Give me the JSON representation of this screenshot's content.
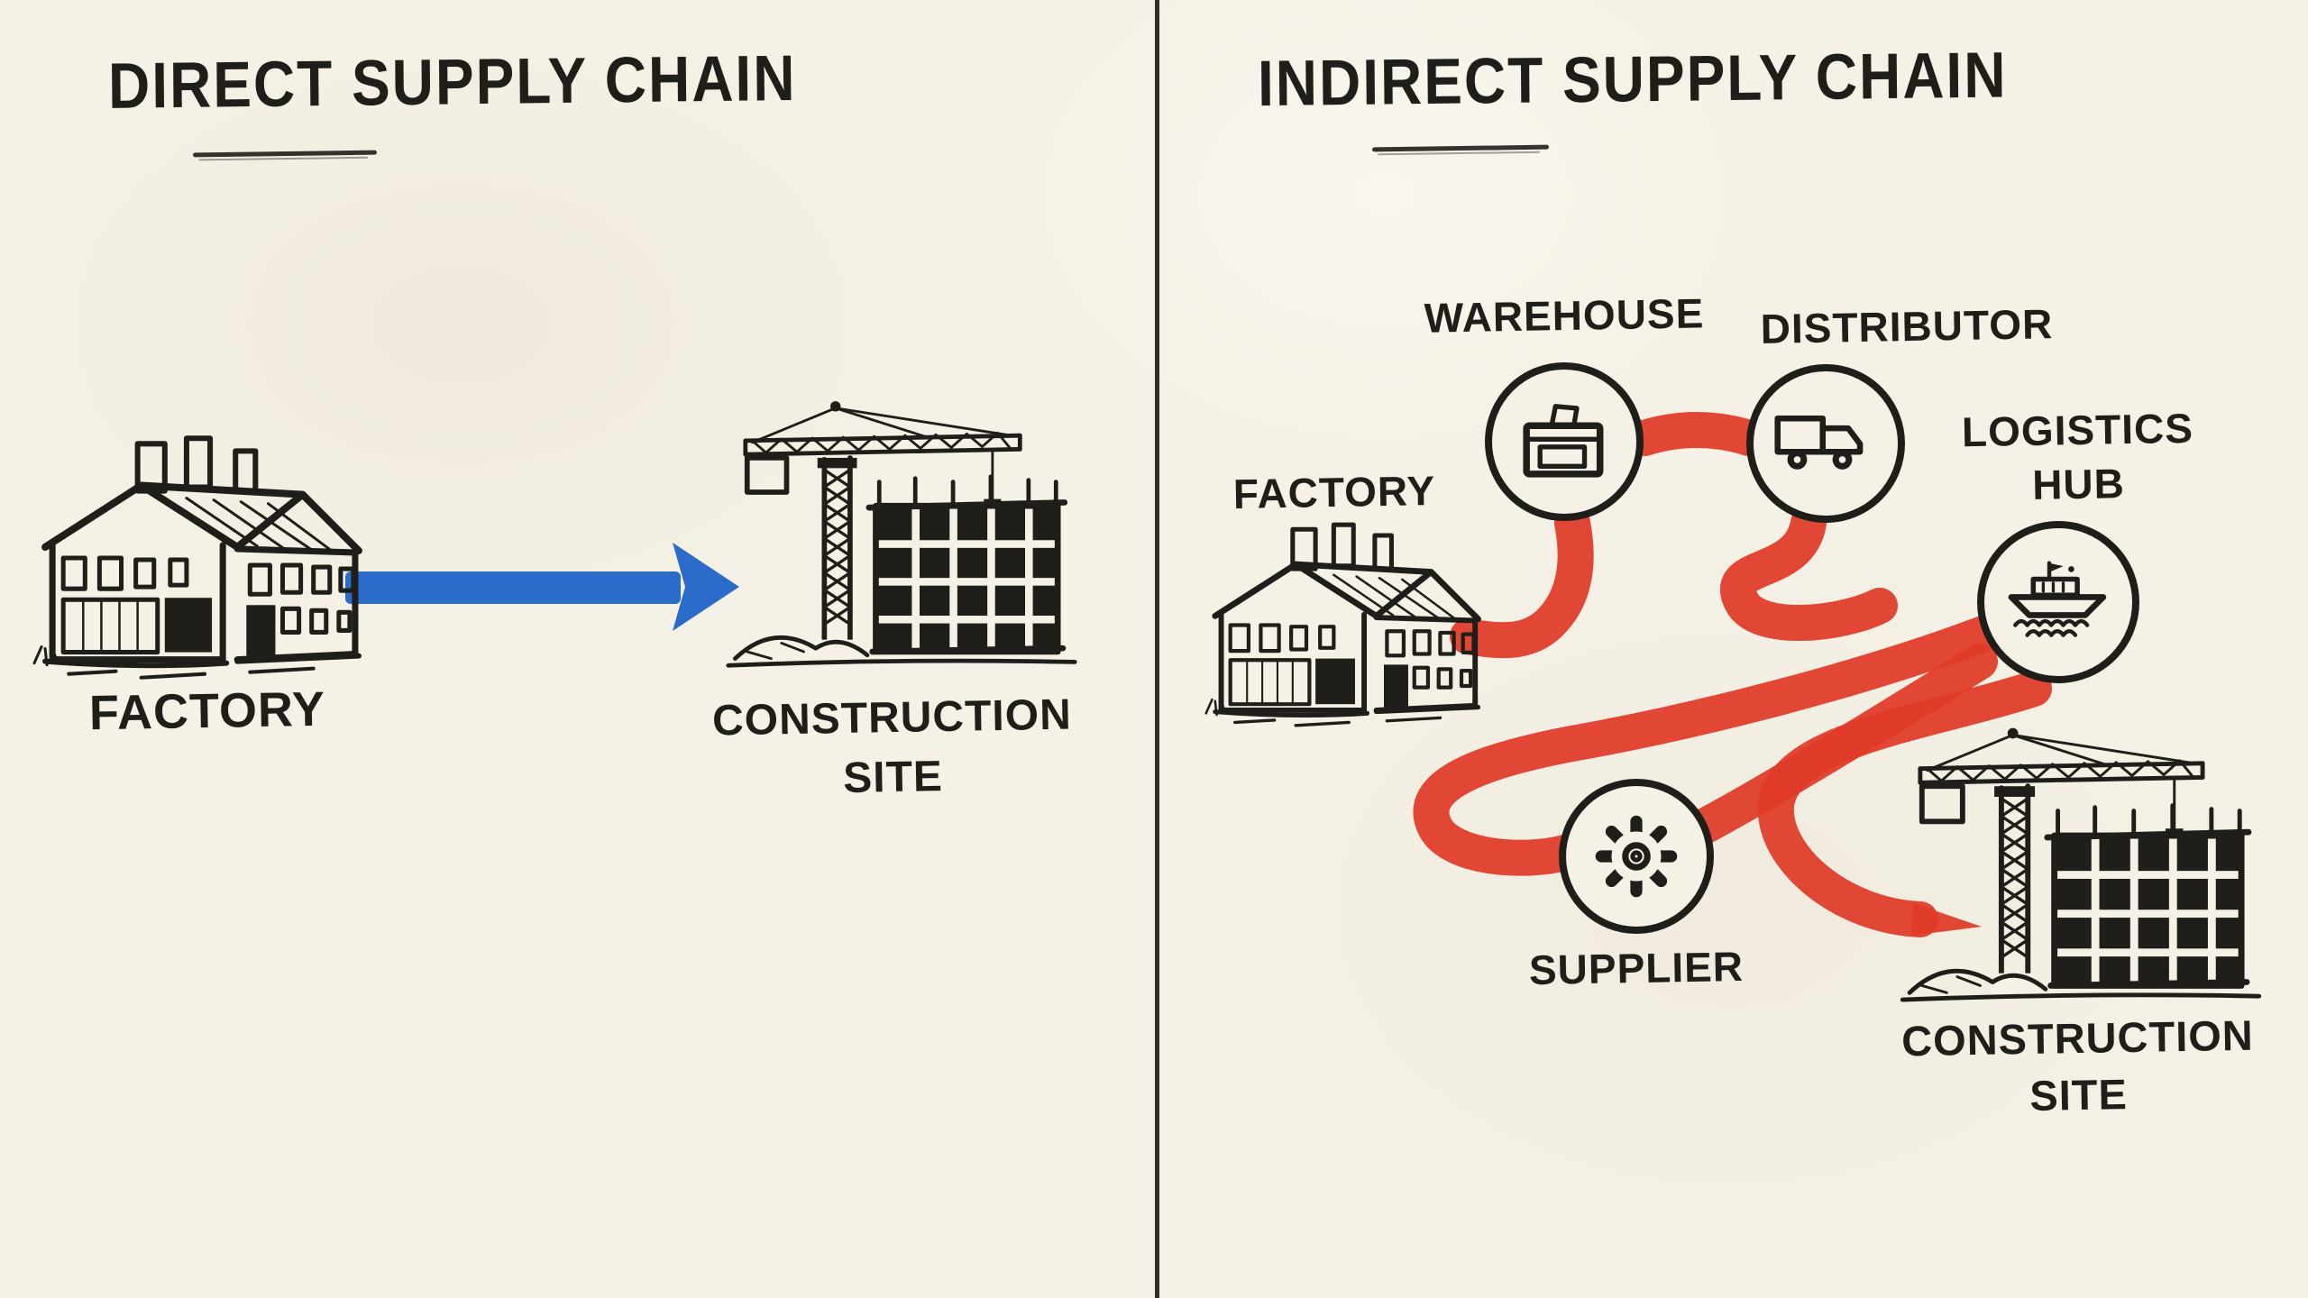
{
  "colors": {
    "paper": "#f5f1e6",
    "ink": "#201e1a",
    "blue": "#2b6bc9",
    "red": "#e03a28"
  },
  "left_panel": {
    "title": "DIRECT SUPPLY CHAIN",
    "factory_label": "FACTORY",
    "construction_site_label_line1": "CONSTRUCTION",
    "construction_site_label_line2": "SITE",
    "connections": [
      "FACTORY → CONSTRUCTION SITE (single blue arrow)"
    ]
  },
  "right_panel": {
    "title": "INDIRECT SUPPLY CHAIN",
    "factory_label": "FACTORY",
    "warehouse_label": "WAREHOUSE",
    "distributor_label": "DISTRIBUTOR",
    "logistics_hub_label_line1": "LOGISTICS",
    "logistics_hub_label_line2": "HUB",
    "supplier_label": "SUPPLIER",
    "construction_site_label_line1": "CONSTRUCTION",
    "construction_site_label_line2": "SITE",
    "connections": [
      "FACTORY – WAREHOUSE",
      "WAREHOUSE – DISTRIBUTOR",
      "DISTRIBUTOR – HUB JUNCTION",
      "LOGISTICS HUB – SUPPLIER",
      "SUPPLIER – HUB JUNCTION",
      "LOGISTICS HUB – CONSTRUCTION SITE"
    ]
  }
}
